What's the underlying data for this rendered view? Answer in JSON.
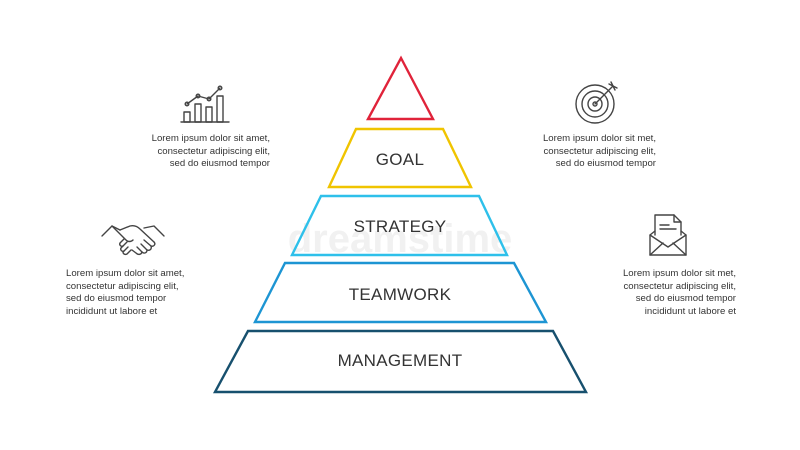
{
  "colors": {
    "tier_1": "#e0233a",
    "tier_2": "#f0c400",
    "tier_3": "#2ec0ea",
    "tier_4": "#1d95d3",
    "tier_5": "#17506e",
    "text": "#333333",
    "icon": "#444444"
  },
  "pyramid": {
    "tiers": [
      {
        "label": ""
      },
      {
        "label": "GOAL"
      },
      {
        "label": "STRATEGY"
      },
      {
        "label": "TEAMWORK"
      },
      {
        "label": "MANAGEMENT"
      }
    ]
  },
  "blocks": {
    "top_left": {
      "icon": "bar-chart-icon",
      "lines": [
        "Lorem ipsum dolor sit amet,",
        "consectetur adipiscing elit,",
        "sed do eiusmod tempor"
      ]
    },
    "top_right": {
      "icon": "target-icon",
      "lines": [
        "Lorem ipsum dolor sit met,",
        "consectetur adipiscing elit,",
        "sed do eiusmod tempor"
      ]
    },
    "bottom_left": {
      "icon": "handshake-icon",
      "lines": [
        "Lorem ipsum dolor sit amet,",
        "consectetur adipiscing elit,",
        "sed do eiusmod tempor",
        "incididunt ut labore et"
      ]
    },
    "bottom_right": {
      "icon": "envelope-icon",
      "lines": [
        "Lorem ipsum dolor sit met,",
        "consectetur adipiscing elit,",
        "sed do eiusmod tempor",
        "incididunt ut labore et"
      ]
    }
  }
}
